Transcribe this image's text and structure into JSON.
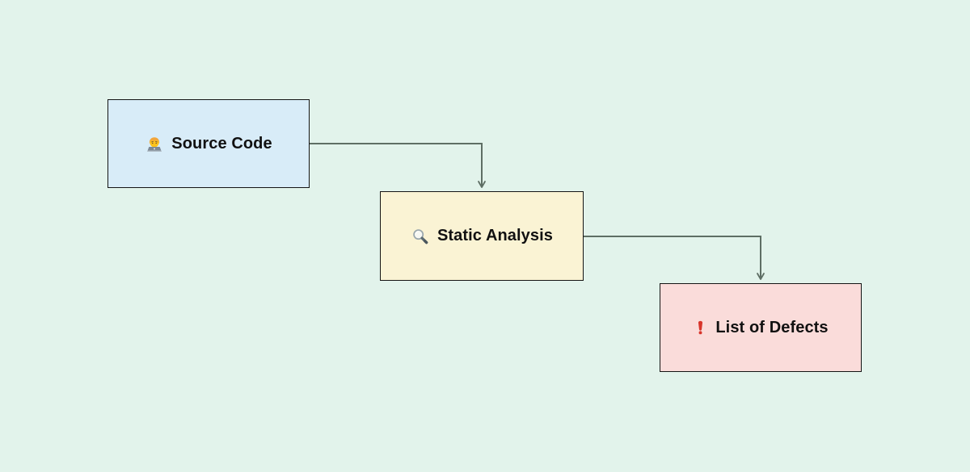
{
  "diagram": {
    "background": "#e2f3eb",
    "border_color": "#141414",
    "text_color": "#111111",
    "connector_color": "#5e6e64",
    "nodes": [
      {
        "id": "source-code",
        "label": "Source Code",
        "icon": "technologist-emoji-icon",
        "fill": "#d8ecf8"
      },
      {
        "id": "static-analysis",
        "label": "Static Analysis",
        "icon": "magnifying-glass-emoji-icon",
        "fill": "#faf3d4"
      },
      {
        "id": "list-of-defects",
        "label": "List of Defects",
        "icon": "red-exclamation-emoji-icon",
        "fill": "#fadcda"
      }
    ],
    "edges": [
      {
        "from": "source-code",
        "to": "static-analysis"
      },
      {
        "from": "static-analysis",
        "to": "list-of-defects"
      }
    ]
  }
}
